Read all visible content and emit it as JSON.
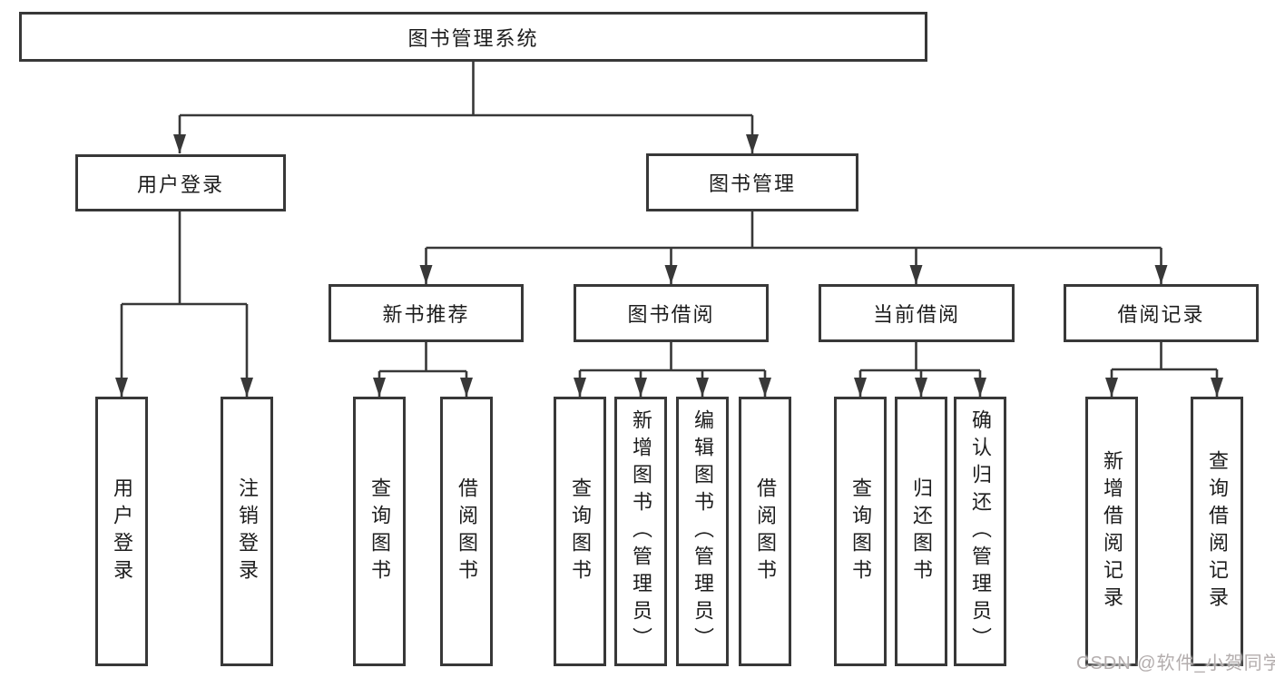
{
  "colors": {
    "line": "#383838",
    "text": "#1d1d1d",
    "background": "#ffffff",
    "watermark": "#b3adad"
  },
  "diagram": {
    "root": {
      "label": "图书管理系统",
      "children": [
        {
          "label": "用户登录",
          "children": [
            {
              "label": "用户登录"
            },
            {
              "label": "注销登录"
            }
          ]
        },
        {
          "label": "图书管理",
          "children": [
            {
              "label": "新书推荐",
              "children": [
                {
                  "label": "查询图书"
                },
                {
                  "label": "借阅图书"
                }
              ]
            },
            {
              "label": "图书借阅",
              "children": [
                {
                  "label": "查询图书"
                },
                {
                  "label": "新增图书（管理员）"
                },
                {
                  "label": "编辑图书（管理员）"
                },
                {
                  "label": "借阅图书"
                }
              ]
            },
            {
              "label": "当前借阅",
              "children": [
                {
                  "label": "查询图书"
                },
                {
                  "label": "归还图书"
                },
                {
                  "label": "确认归还（管理员）"
                }
              ]
            },
            {
              "label": "借阅记录",
              "children": [
                {
                  "label": "新增借阅记录"
                },
                {
                  "label": "查询借阅记录"
                }
              ]
            }
          ]
        }
      ]
    }
  },
  "watermark": {
    "text": "CSDN @软件_小贺同学"
  }
}
